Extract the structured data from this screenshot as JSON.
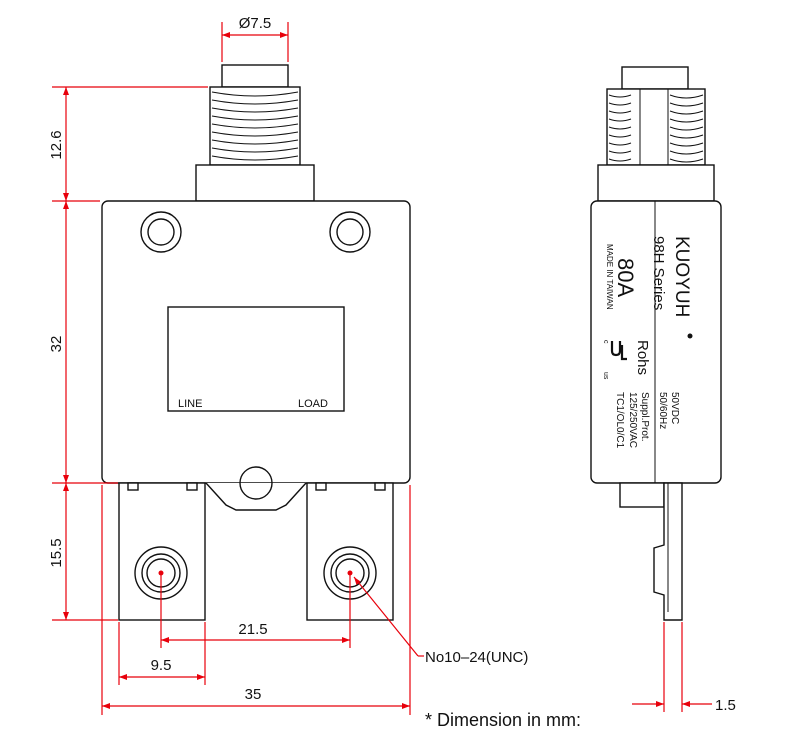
{
  "colors": {
    "dimension_line": "#e8000b",
    "outline": "#111111",
    "background": "#ffffff"
  },
  "dimensions": {
    "stem_diameter": "Ø7.5",
    "stem_height": "12.6",
    "body_height": "32",
    "terminal_height": "15.5",
    "terminal_pitch": "21.5",
    "terminal_width": "9.5",
    "overall_width": "35",
    "side_thickness": "1.5",
    "thread_callout": "No10–24(UNC)"
  },
  "front_view": {
    "line_label": "LINE",
    "load_label": "LOAD"
  },
  "side_label": {
    "brand": "KUOYUH",
    "series": "98H Series",
    "rating": "80A",
    "origin": "MADE IN TAIWAN",
    "rohs": "Rohs",
    "ul_mark_left": "c",
    "ul_mark_right": "us",
    "spec_dc": "50VDC",
    "spec_hz": "50/60Hz",
    "spec_prot": "Suppl.Prot.",
    "spec_ac": "125/250VAC",
    "spec_code": "TC1/OL0/C1"
  },
  "footnote": "* Dimension in mm:"
}
